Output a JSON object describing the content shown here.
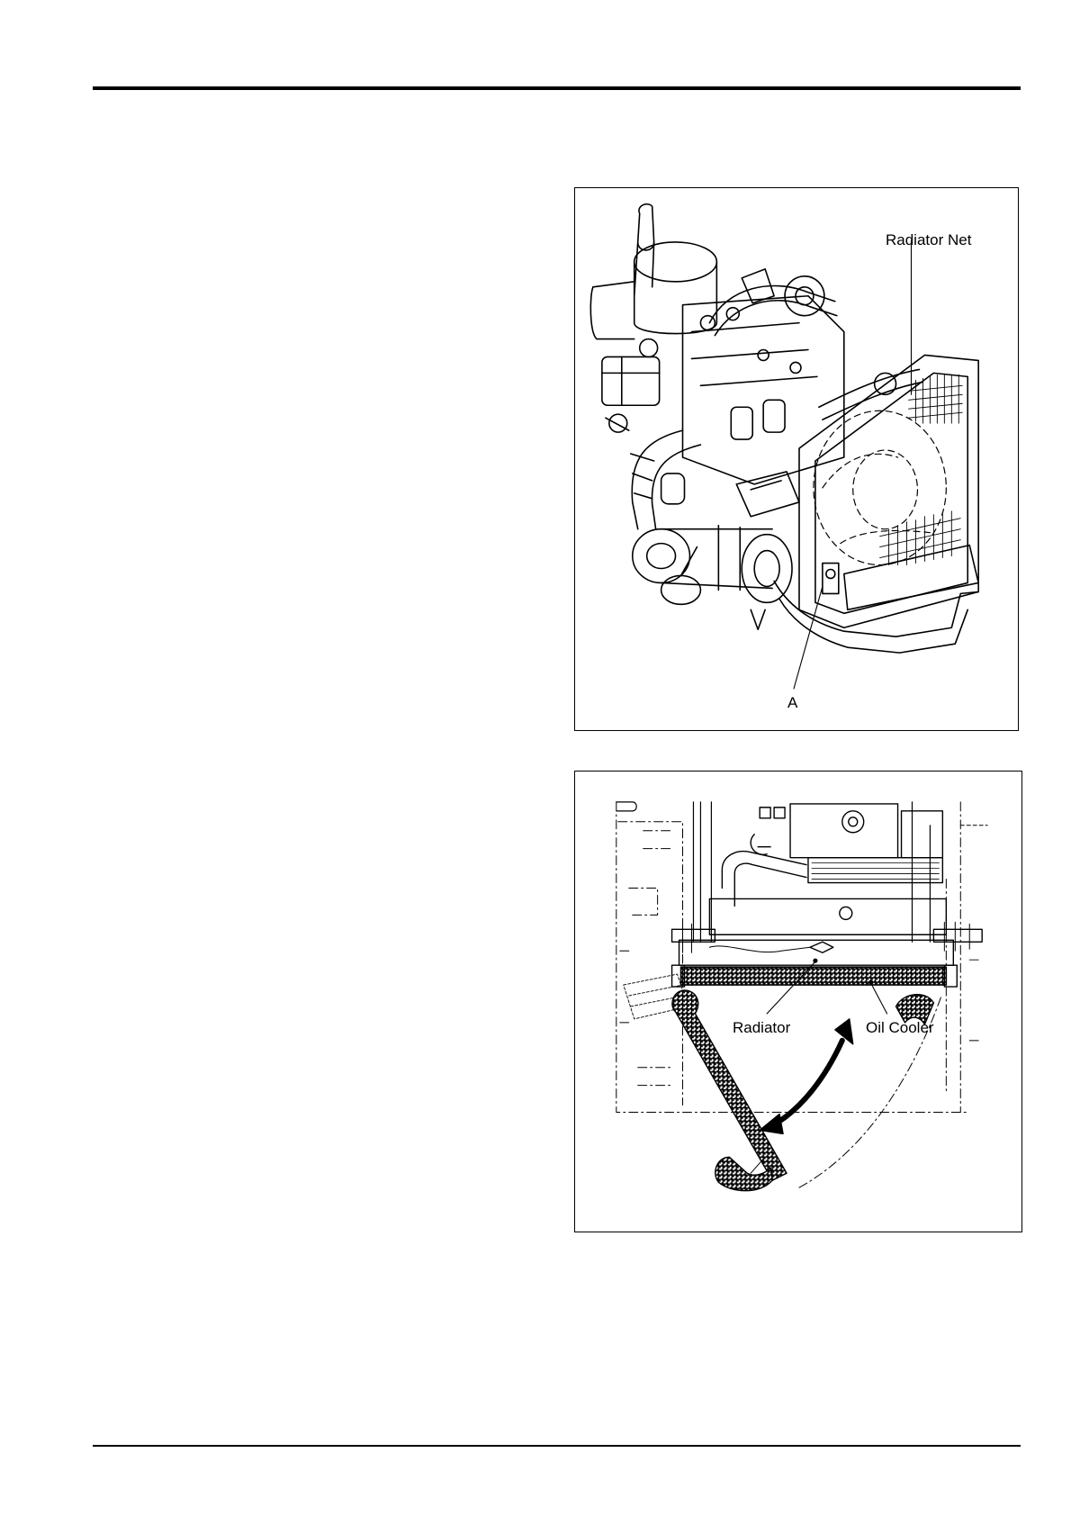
{
  "figure_1": {
    "labels": {
      "radiator_net": "Radiator Net",
      "a": "A"
    }
  },
  "figure_2": {
    "labels": {
      "radiator": "Radiator",
      "oil_cooler": "Oil Cooler"
    }
  }
}
